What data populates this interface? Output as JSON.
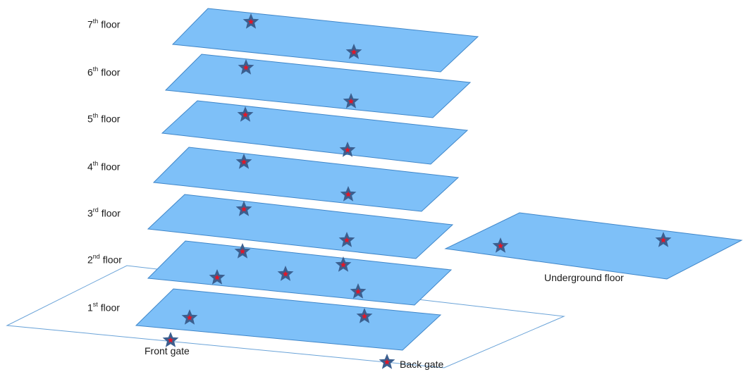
{
  "floors": [
    {
      "ord": "7",
      "sup": "th",
      "word": "floor"
    },
    {
      "ord": "6",
      "sup": "th",
      "word": "floor"
    },
    {
      "ord": "5",
      "sup": "th",
      "word": "floor"
    },
    {
      "ord": "4",
      "sup": "th",
      "word": "floor"
    },
    {
      "ord": "3",
      "sup": "rd",
      "word": "floor"
    },
    {
      "ord": "2",
      "sup": "nd",
      "word": "floor"
    },
    {
      "ord": "1",
      "sup": "st",
      "word": "floor"
    }
  ],
  "underground_label": "Underground floor",
  "front_gate_label": "Front gate",
  "back_gate_label": "Back gate",
  "colors": {
    "plate_fill": "#7ec0f8",
    "plate_stroke": "#3f86c9",
    "ground_stroke": "#6aa3d8",
    "star_outer": "#3b5f8f",
    "star_inner": "#e0182a"
  },
  "icons": {
    "marker": "star-icon"
  }
}
